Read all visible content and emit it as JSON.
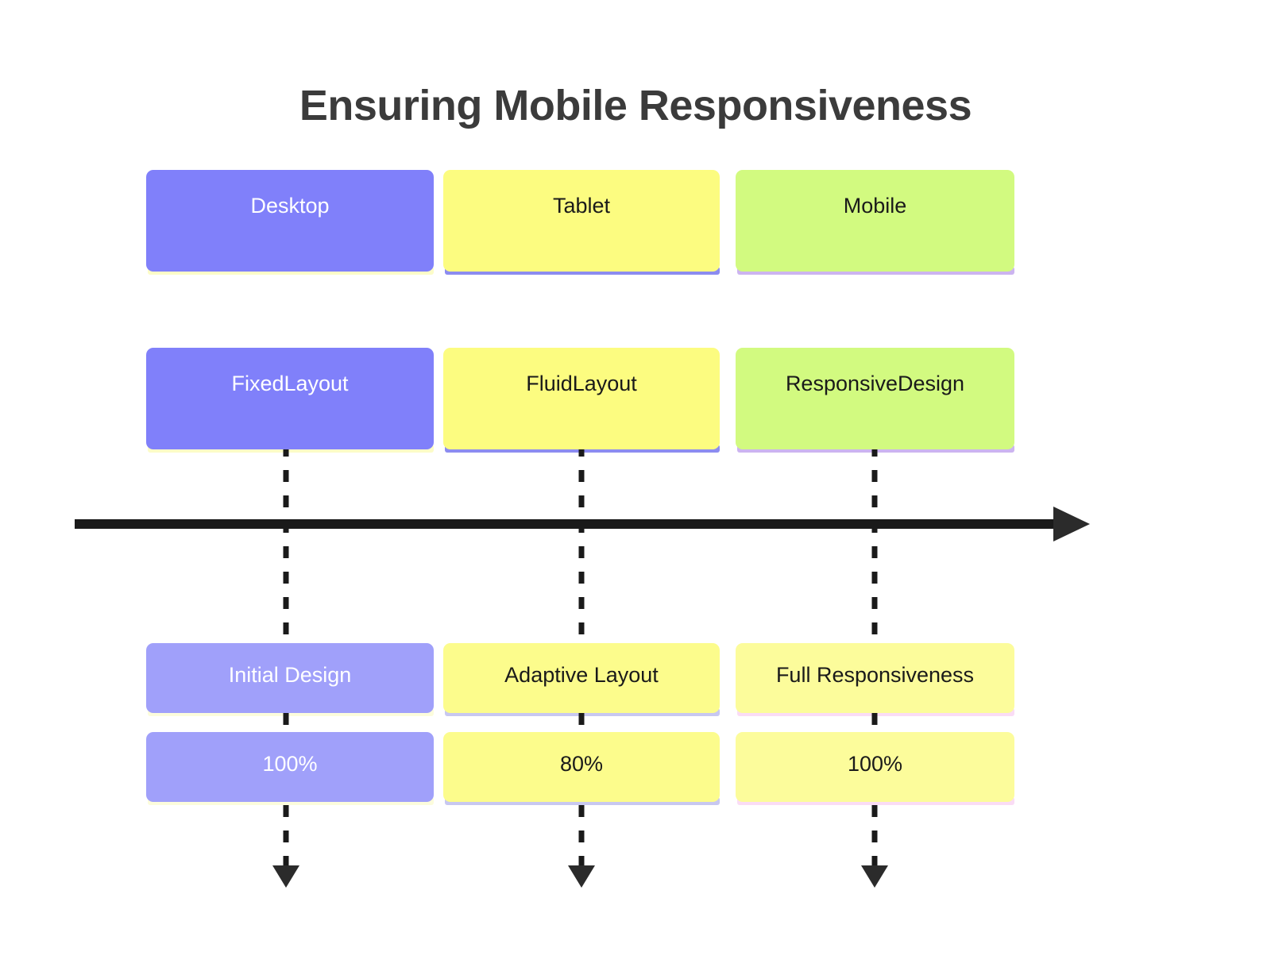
{
  "title": "Ensuring Mobile Responsiveness",
  "colors": {
    "title_text": "#3b3b3b",
    "axis": "#1a1a1a",
    "connector": "#1a1a1a",
    "purple": "#8080fa",
    "yellow": "#fcfc80",
    "green": "#d2fa80",
    "purple_light": "#a0a0fa",
    "yellow_light": "#fcfc8c",
    "yellow_pale": "#fcfc9b",
    "strip_pale_yellow": "#fcfcc8",
    "strip_periwinkle": "#8c8cf0",
    "strip_lavender": "#ccb4f0",
    "strip_light_periwinkle": "#c8c8f0",
    "strip_pink": "#fadcf5",
    "background": "#ffffff"
  },
  "chart_data": {
    "type": "diagram",
    "title": "Ensuring Mobile Responsiveness",
    "layout": "three-column timeline with stacked node rows",
    "columns": [
      "Desktop",
      "Tablet",
      "Mobile"
    ],
    "rows": [
      {
        "name": "device-row",
        "nodes": [
          "Desktop",
          "Tablet",
          "Mobile"
        ]
      },
      {
        "name": "layout-row",
        "nodes": [
          "FixedLayout",
          "FluidLayout",
          "ResponsiveDesign"
        ]
      },
      {
        "name": "stage-row",
        "nodes": [
          "Initial Design",
          "Adaptive Layout",
          "Full Responsiveness"
        ]
      },
      {
        "name": "value-row",
        "nodes": [
          "100%",
          "80%",
          "100%"
        ]
      }
    ],
    "values": [
      100,
      80,
      100
    ],
    "value_labels": [
      "100%",
      "80%",
      "100%"
    ],
    "axis": {
      "orientation": "horizontal",
      "direction": "left-to-right",
      "arrowhead": true,
      "label": ""
    }
  },
  "nodes": {
    "row1": [
      {
        "label": "Desktop",
        "fill": "#8080fa",
        "text_color": "#ffffff",
        "strip": "#fcfcc8"
      },
      {
        "label": "Tablet",
        "fill": "#fcfc80",
        "text_color": "#1a1a1a",
        "strip": "#8c8cf0"
      },
      {
        "label": "Mobile",
        "fill": "#d2fa80",
        "text_color": "#1a1a1a",
        "strip": "#ccb4f0"
      }
    ],
    "row2": [
      {
        "label": "FixedLayout",
        "fill": "#8080fa",
        "text_color": "#ffffff",
        "strip": "#fcfcc8"
      },
      {
        "label": "FluidLayout",
        "fill": "#fcfc80",
        "text_color": "#1a1a1a",
        "strip": "#8c8cf0"
      },
      {
        "label": "ResponsiveDesign",
        "fill": "#d2fa80",
        "text_color": "#1a1a1a",
        "strip": "#ccb4f0"
      }
    ],
    "row3": [
      {
        "label": "Initial Design",
        "fill": "#a0a0fa",
        "text_color": "#ffffff",
        "strip": "#fcfcdc"
      },
      {
        "label": "Adaptive Layout",
        "fill": "#fcfc8c",
        "text_color": "#1a1a1a",
        "strip": "#c8c8f0"
      },
      {
        "label": "Full Responsiveness",
        "fill": "#fcfc9b",
        "text_color": "#1a1a1a",
        "strip": "#fadcf5"
      }
    ],
    "row4": [
      {
        "label": "100%",
        "fill": "#a0a0fa",
        "text_color": "#ffffff",
        "strip": "#fcfcdc"
      },
      {
        "label": "80%",
        "fill": "#fcfc8c",
        "text_color": "#1a1a1a",
        "strip": "#c8c8f0"
      },
      {
        "label": "100%",
        "fill": "#fcfc9b",
        "text_color": "#1a1a1a",
        "strip": "#fadcf5"
      }
    ]
  }
}
